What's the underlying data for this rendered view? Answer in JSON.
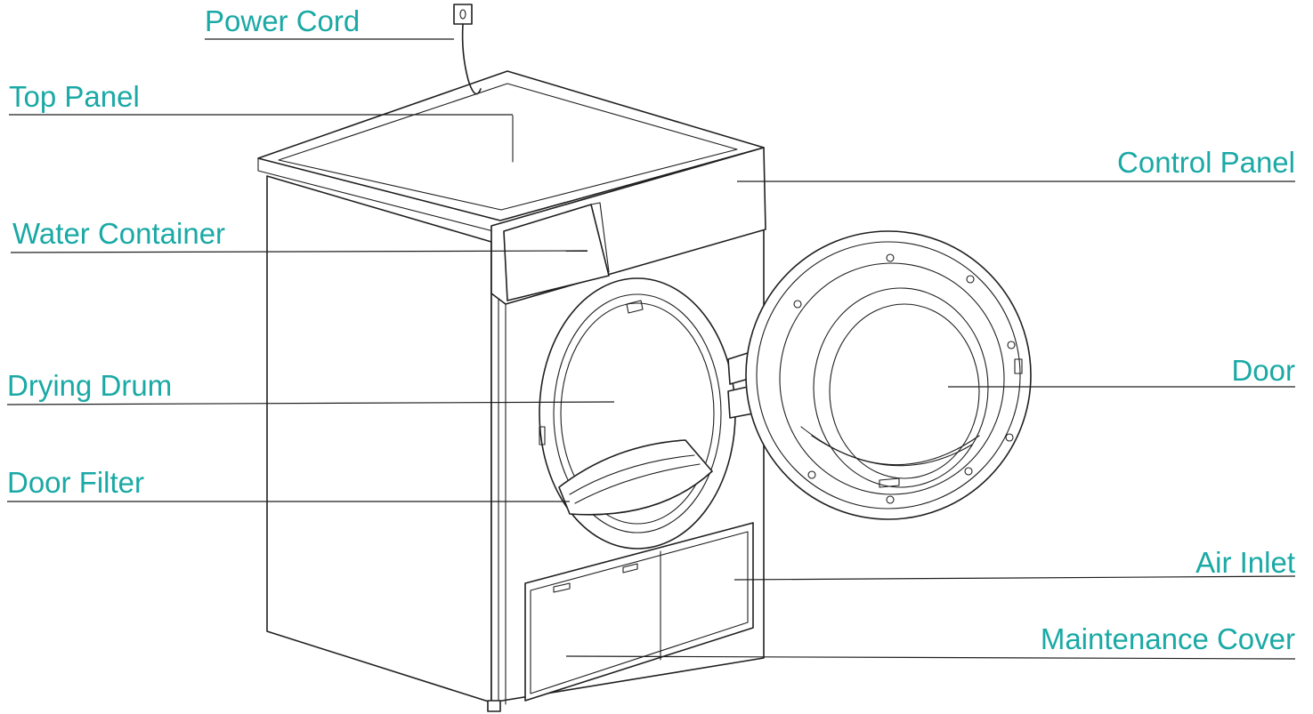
{
  "accent_color": "#1aa9a5",
  "line_color": "#1f1f1f",
  "labels": {
    "power_cord": "Power Cord",
    "top_panel": "Top Panel",
    "water_container": "Water Container",
    "drying_drum": "Drying Drum",
    "door_filter": "Door Filter",
    "control_panel": "Control Panel",
    "door": "Door",
    "air_inlet": "Air Inlet",
    "maintenance_cover": "Maintenance Cover"
  }
}
